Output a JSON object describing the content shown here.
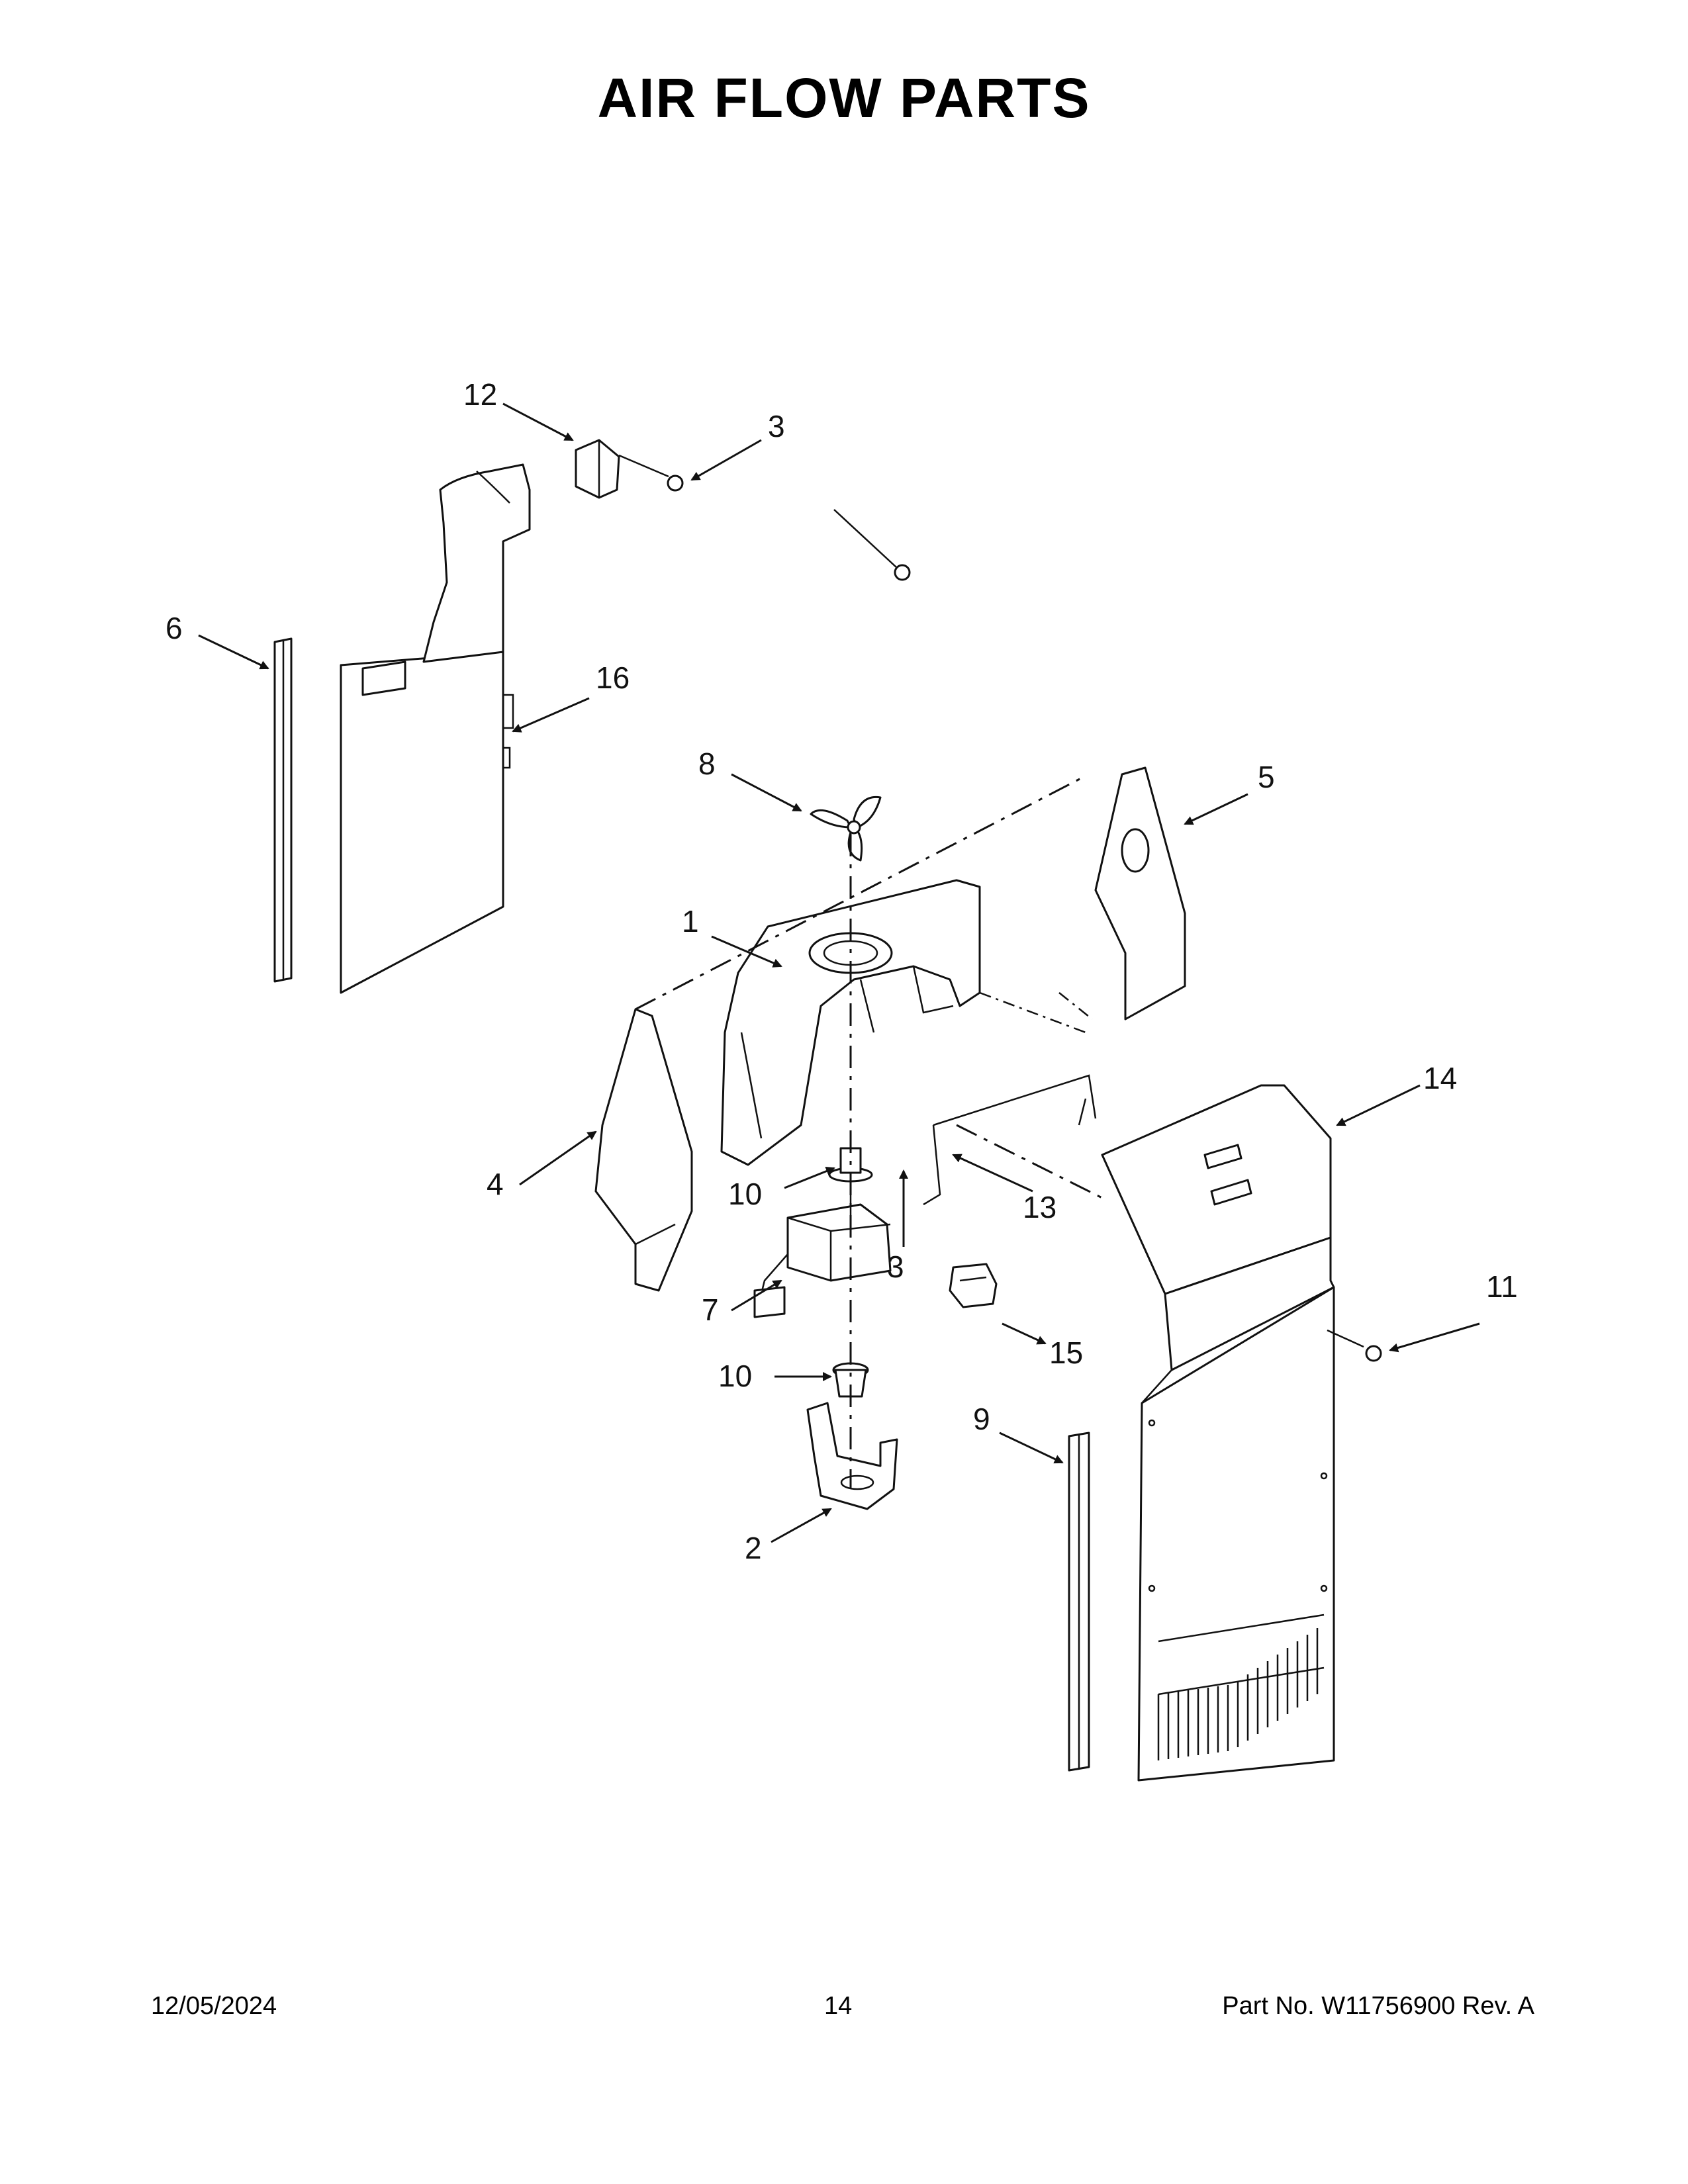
{
  "title": "AIR FLOW PARTS",
  "callouts": {
    "c1": "1",
    "c2": "2",
    "c3a": "3",
    "c3b": "3",
    "c4": "4",
    "c5": "5",
    "c6": "6",
    "c7": "7",
    "c8": "8",
    "c9": "9",
    "c10a": "10",
    "c10b": "10",
    "c11": "11",
    "c12": "12",
    "c13": "13",
    "c14": "14",
    "c15": "15",
    "c16": "16"
  },
  "footer": {
    "date": "12/05/2024",
    "page": "14",
    "part": "Part No.  W11756900  Rev.  A"
  }
}
